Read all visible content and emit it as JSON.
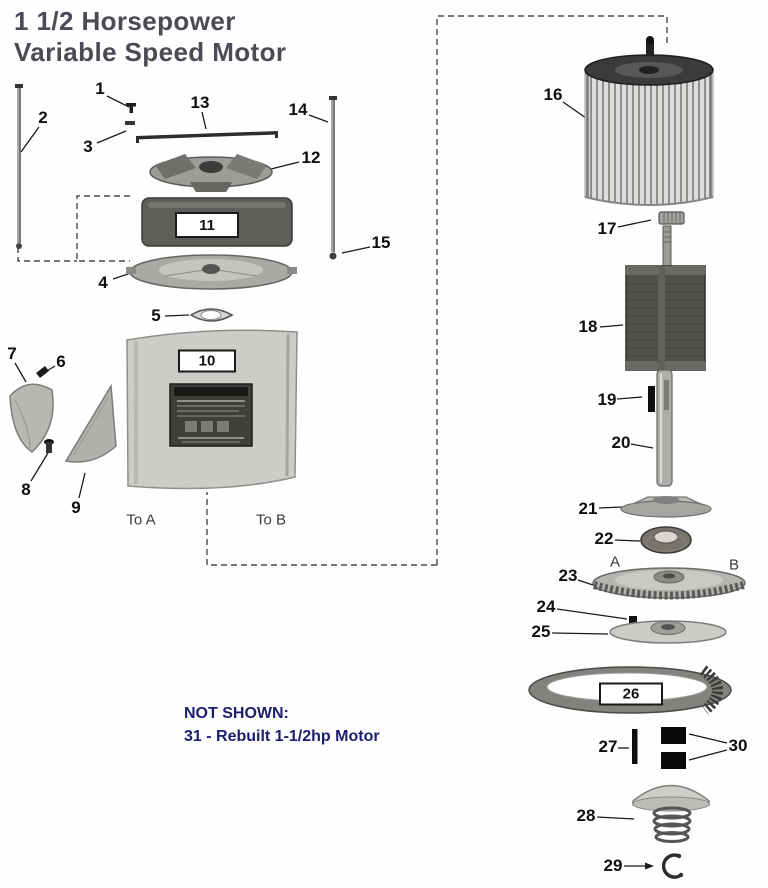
{
  "title": {
    "line1": "1 1/2 Horsepower",
    "line2": "Variable Speed Motor"
  },
  "parts": {
    "p1": "1",
    "p2": "2",
    "p3": "3",
    "p4": "4",
    "p5": "5",
    "p6": "6",
    "p7": "7",
    "p8": "8",
    "p9": "9",
    "p10": "10",
    "p11": "11",
    "p12": "12",
    "p13": "13",
    "p14": "14",
    "p15": "15",
    "p16": "16",
    "p17": "17",
    "p18": "18",
    "p19": "19",
    "p20": "20",
    "p21": "21",
    "p22": "22",
    "p23": "23",
    "p24": "24",
    "p25": "25",
    "p26": "26",
    "p27": "27",
    "p28": "28",
    "p29": "29",
    "p30": "30"
  },
  "annotations": {
    "to_a": "To A",
    "to_b": "To B",
    "side_a": "A",
    "side_b": "B"
  },
  "note": {
    "heading": "NOT SHOWN:",
    "line": "31 - Rebuilt 1-1/2hp Motor"
  },
  "colors": {
    "title_text": "#4b4b55",
    "part_number_text": "#0e0e0e",
    "note_text": "#1d1d6e",
    "leader_line": "#1a1a1a",
    "dashed_line": "#4a4a4a",
    "background": "#fefefe"
  }
}
